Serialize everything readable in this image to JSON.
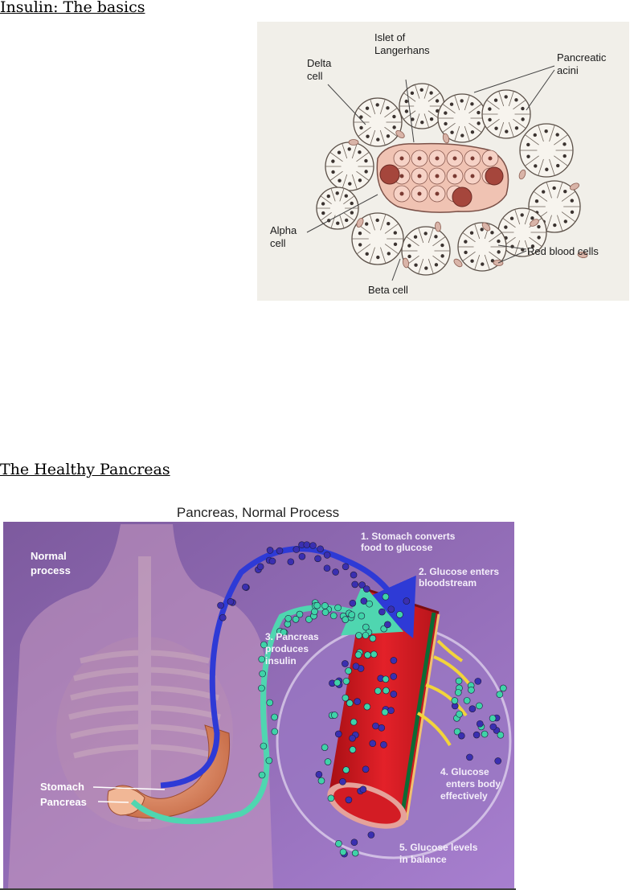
{
  "sections": [
    {
      "title": "Insulin: The basics"
    },
    {
      "title": "The Healthy Pancreas"
    }
  ],
  "islet_figure": {
    "labels": {
      "islet": [
        "Islet of",
        "Langerhans"
      ],
      "delta": [
        "Delta",
        "cell"
      ],
      "acini": [
        "Pancreatic",
        "acini"
      ],
      "alpha": [
        "Alpha",
        "cell"
      ],
      "red_blood": "Red blood cells",
      "beta": "Beta cell"
    }
  },
  "pancreas_figure": {
    "title": "Pancreas, Normal Process",
    "normal": [
      "Normal",
      "process"
    ],
    "steps": [
      [
        "1. Stomach converts",
        "food to glucose"
      ],
      [
        "2. Glucose enters",
        "bloodstream"
      ],
      [
        "3. Pancreas",
        "produces",
        "insulin"
      ],
      [
        "4. Glucose",
        "enters body",
        "effectively"
      ],
      [
        "5. Glucose levels",
        "in balance"
      ]
    ],
    "organs": {
      "stomach": "Stomach",
      "pancreas": "Pancreas"
    },
    "colors": {
      "background": "#8c63b4",
      "glucose": "#3a2fb0",
      "insulin": "#3fd3a8",
      "vessel": "#d31c24"
    }
  }
}
